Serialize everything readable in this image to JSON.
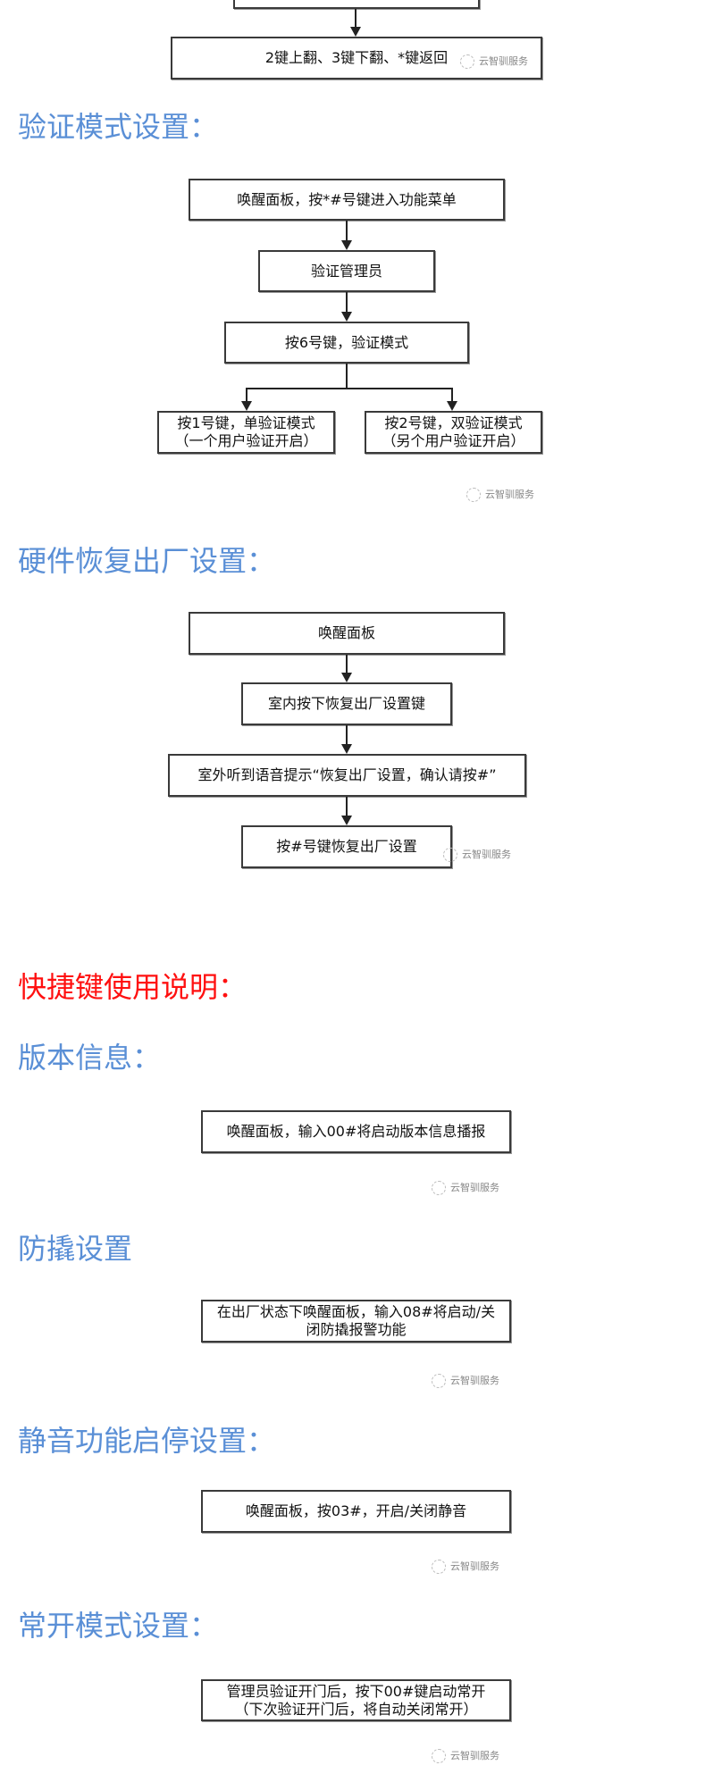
{
  "watermark": "云智驯服务",
  "menu_nav": {
    "box": "2键上翻、3键下翻、*键返回"
  },
  "verify": {
    "title": "验证模式设置：",
    "steps": [
      "唤醒面板，按*#号键进入功能菜单",
      "验证管理员",
      "按6号键，验证模式"
    ],
    "option1": [
      "按1号键，单验证模式",
      "（一个用户验证开启）"
    ],
    "option2": [
      "按2号键，双验证模式",
      "（另个用户验证开启）"
    ]
  },
  "reset": {
    "title": "硬件恢复出厂设置：",
    "steps": [
      "唤醒面板",
      "室内按下恢复出厂设置键",
      "室外听到语音提示“恢复出厂设置，确认请按#”",
      "按#号键恢复出厂设置"
    ]
  },
  "shortcuts": {
    "title": "快捷键使用说明：",
    "version": {
      "title": "版本信息：",
      "box": "唤醒面板，输入00#将启动版本信息播报"
    },
    "tamper": {
      "title": "防撬设置",
      "box": [
        "在出厂状态下唤醒面板，输入08#将启动/关",
        "闭防撬报警功能"
      ]
    },
    "mute": {
      "title": "静音功能启停设置：",
      "box": "唤醒面板，按03#，开启/关闭静音"
    },
    "normally_open": {
      "title": "常开模式设置：",
      "box": [
        "管理员验证开门后，按下00#键启动常开",
        "（下次验证开门后，将自动关闭常开）"
      ]
    }
  }
}
